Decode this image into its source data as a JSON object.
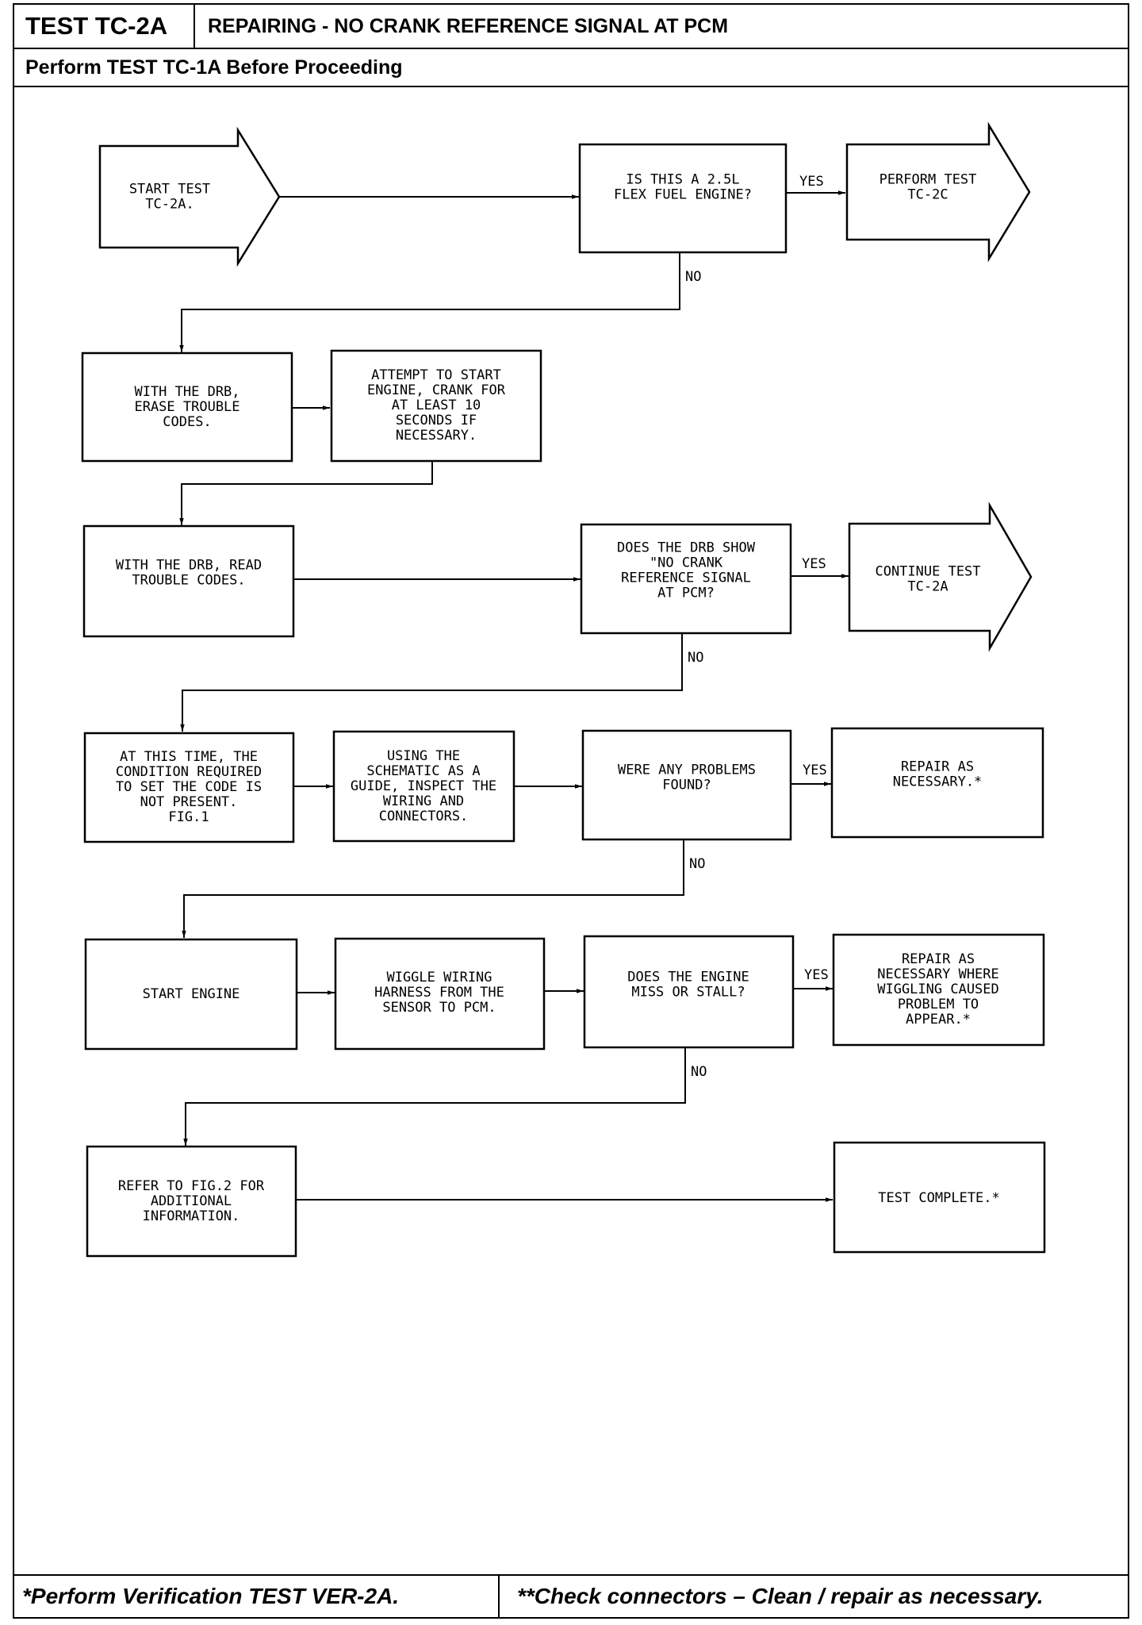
{
  "header": {
    "test_id": "TEST TC-2A",
    "title": "REPAIRING - NO CRANK REFERENCE SIGNAL AT PCM",
    "subtitle": "Perform TEST TC-1A Before Proceeding"
  },
  "footer": {
    "left": "*Perform Verification TEST VER-2A.",
    "right": "**Check connectors – Clean / repair as necessary."
  },
  "flow": {
    "start": [
      "START TEST",
      "TC-2A."
    ],
    "q1": [
      "IS THIS A 2.5L",
      "FLEX FUEL ENGINE?"
    ],
    "perform_tc2c": [
      "PERFORM TEST",
      "TC-2C"
    ],
    "erase": [
      "WITH THE DRB,",
      "ERASE TROUBLE",
      "CODES."
    ],
    "attempt": [
      "ATTEMPT TO START",
      "ENGINE, CRANK FOR",
      "AT LEAST 10",
      "SECONDS IF",
      "NECESSARY."
    ],
    "read": [
      "WITH THE DRB, READ",
      "TROUBLE CODES."
    ],
    "q2": [
      "DOES THE DRB SHOW",
      "\"NO CRANK",
      "REFERENCE SIGNAL",
      "AT PCM?"
    ],
    "continue": [
      "CONTINUE TEST",
      "TC-2A"
    ],
    "at_this_time": [
      "AT THIS TIME, THE",
      "CONDITION REQUIRED",
      "TO SET THE CODE IS",
      "NOT PRESENT.",
      "FIG.1"
    ],
    "using": [
      "USING THE",
      "SCHEMATIC AS A",
      "GUIDE, INSPECT THE",
      "WIRING AND",
      "CONNECTORS."
    ],
    "q3": [
      "WERE ANY PROBLEMS",
      "FOUND?"
    ],
    "repair1": [
      "REPAIR AS",
      "NECESSARY.*"
    ],
    "start_engine": [
      "START ENGINE"
    ],
    "wiggle": [
      "WIGGLE WIRING",
      "HARNESS FROM THE",
      "SENSOR TO PCM."
    ],
    "q4": [
      "DOES THE ENGINE",
      "MISS OR STALL?"
    ],
    "repair2": [
      "REPAIR AS",
      "NECESSARY WHERE",
      "WIGGLING CAUSED",
      "PROBLEM TO",
      "APPEAR.*"
    ],
    "refer": [
      "REFER TO FIG.2 FOR",
      "ADDITIONAL",
      "INFORMATION."
    ],
    "complete": [
      "TEST COMPLETE.*"
    ],
    "yes": "YES",
    "no": "NO"
  }
}
